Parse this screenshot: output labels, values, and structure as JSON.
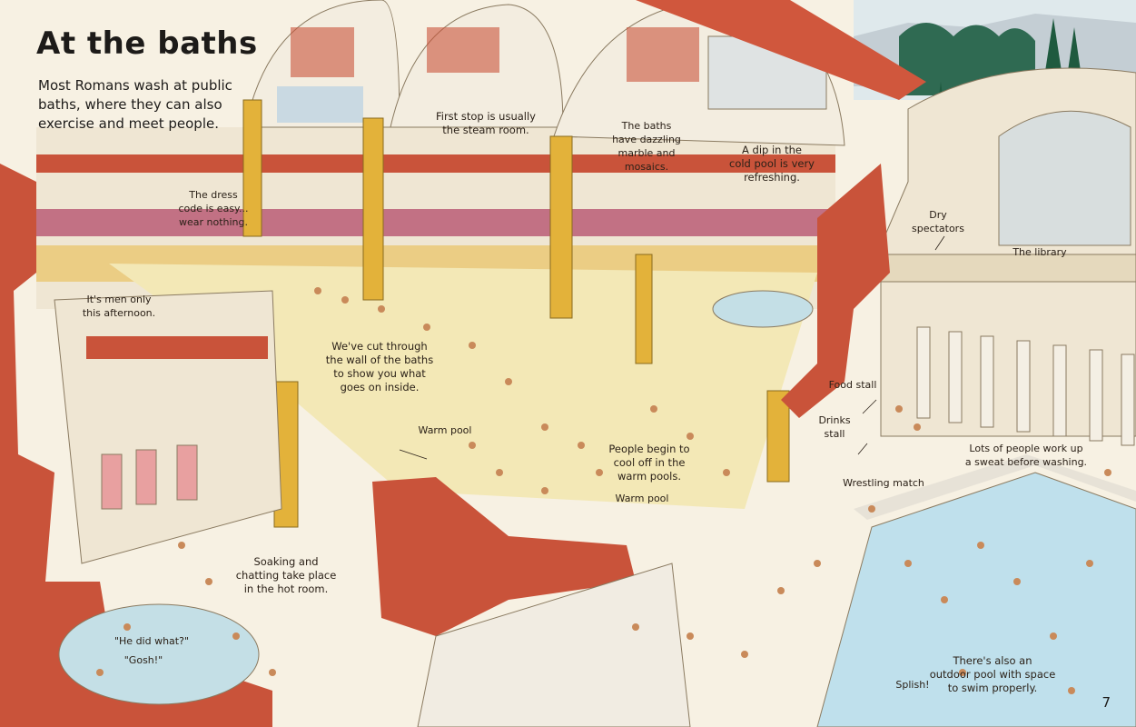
{
  "title": "At the baths",
  "intro": "Most Romans wash at public\nbaths, where they can also\nexercise and meet people.",
  "page_number": "7",
  "labels": {
    "steam_room": "First stop is usually\nthe steam room.",
    "marble": "The baths\nhave dazzling\nmarble and\nmosaics.",
    "cold_pool": "A dip in the\ncold pool is very\nrefreshing.",
    "dress_code": "The dress\ncode is easy...\nwear nothing.",
    "men_only": "It's men only\nthis afternoon.",
    "cut_wall": "We've cut through\nthe wall of the baths\nto show you what\ngoes on inside.",
    "warm_pool_1": "Warm pool",
    "warm_pool_2": "Warm pool",
    "cool_off": "People begin to\ncool off in the\nwarm pools.",
    "hot_room": "Soaking and\nchatting take place\nin the hot room.",
    "he_did_what": "\"He did what?\"",
    "gosh": "\"Gosh!\"",
    "dry_spectators": "Dry\nspectators",
    "library": "The library",
    "food_stall": "Food stall",
    "drinks_stall": "Drinks\nstall",
    "wrestling": "Wrestling match",
    "sweat": "Lots of people work up\na sweat before washing.",
    "outdoor_pool": "There's also an\noutdoor pool with space\nto swim properly.",
    "splish": "Splish!"
  },
  "colors": {
    "terracotta": "#c9533a",
    "gold": "#e3b23a",
    "water": "#bfe0ec",
    "stone": "#efe6d3",
    "marble_floor": "#f3e8b6"
  }
}
